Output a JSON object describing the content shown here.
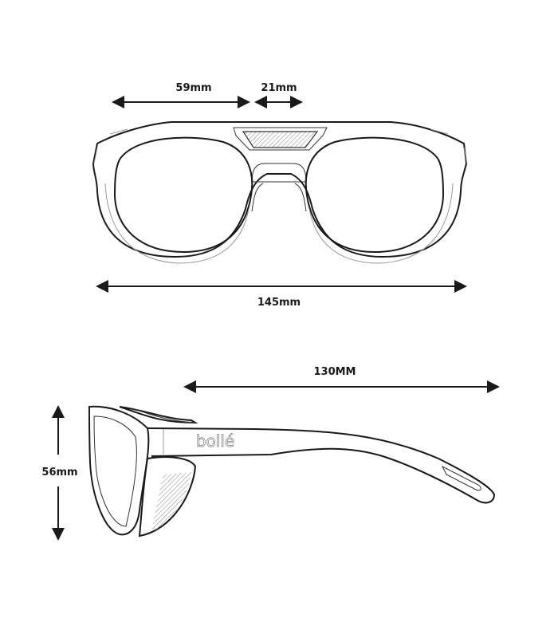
{
  "front_view": {
    "lens_width": "59mm",
    "bridge_width": "21mm",
    "total_width": "145mm"
  },
  "side_view": {
    "temple_length": "130MM",
    "lens_height": "56mm",
    "brand_logo": "bollé"
  },
  "colors": {
    "line": "#1a1a1a",
    "background": "#ffffff"
  }
}
